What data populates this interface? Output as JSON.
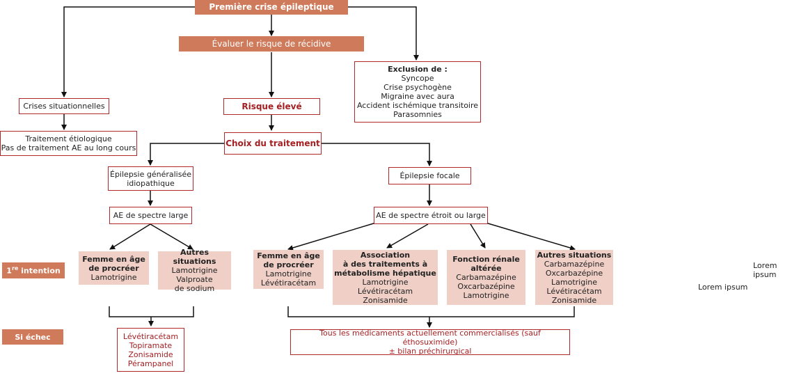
{
  "title": "Première crise épileptique",
  "evaluate": "Évaluer le risque de récidive",
  "exclusion": {
    "heading": "Exclusion de :",
    "items": [
      "Syncope",
      "Crise psychogène",
      "Migraine avec aura",
      "Accident ischémique transitoire",
      "Parasomnies"
    ]
  },
  "situational": {
    "label": "Crises situationnelles",
    "treatment": [
      "Traitement étiologique",
      "Pas de traitement AE au long cours"
    ]
  },
  "high_risk": "Risque élevé",
  "choice": "Choix du traitement",
  "generalized": {
    "label": [
      "Épilepsie généralisée",
      "idiopathique"
    ],
    "spectrum": "AE de spectre large",
    "women": {
      "title": [
        "Femme en âge",
        "de procréer"
      ],
      "drugs": [
        "Lamotrigine"
      ]
    },
    "other": {
      "title": [
        "Autres situations"
      ],
      "drugs": [
        "Lamotrigine",
        "Valproate",
        "de sodium"
      ]
    },
    "failure": [
      "Lévétiracétam",
      "Topiramate",
      "Zonisamide",
      "Pérampanel"
    ]
  },
  "focal": {
    "label": "Épilepsie focale",
    "spectrum": "AE de spectre étroit ou large",
    "women": {
      "title": [
        "Femme en âge",
        "de procréer"
      ],
      "drugs": [
        "Lamotrigine",
        "Lévétiracétam"
      ]
    },
    "association": {
      "title": [
        "Association",
        "à des traitements à",
        "métabolisme hépatique"
      ],
      "drugs": [
        "Lamotrigine",
        "Lévétiracétam",
        "Zonisamide"
      ]
    },
    "renal": {
      "title": [
        "Fonction rénale",
        "altérée"
      ],
      "drugs": [
        "Carbamazépine",
        "Oxcarbazépine",
        "Lamotrigine"
      ]
    },
    "other": {
      "title": [
        "Autres situations"
      ],
      "drugs": [
        "Carbamazépine",
        "Oxcarbazépine",
        "Lamotrigine",
        "Lévétiracétam",
        "Zonisamide"
      ]
    },
    "failure": [
      "Tous les médicaments actuellement commercialisés (sauf éthosuximide)",
      "± bilan préchirurgical"
    ]
  },
  "side_labels": {
    "first_main": "1",
    "first_sup": "re",
    "first_rest": " intention",
    "failure": "Si échec"
  },
  "lorem": [
    "Lorem ipsum",
    "Lorem ipsum"
  ],
  "colors": {
    "accent_red": "#a41f22",
    "orange": "#cf7a5a",
    "fill_pink": "#efcfc6"
  }
}
